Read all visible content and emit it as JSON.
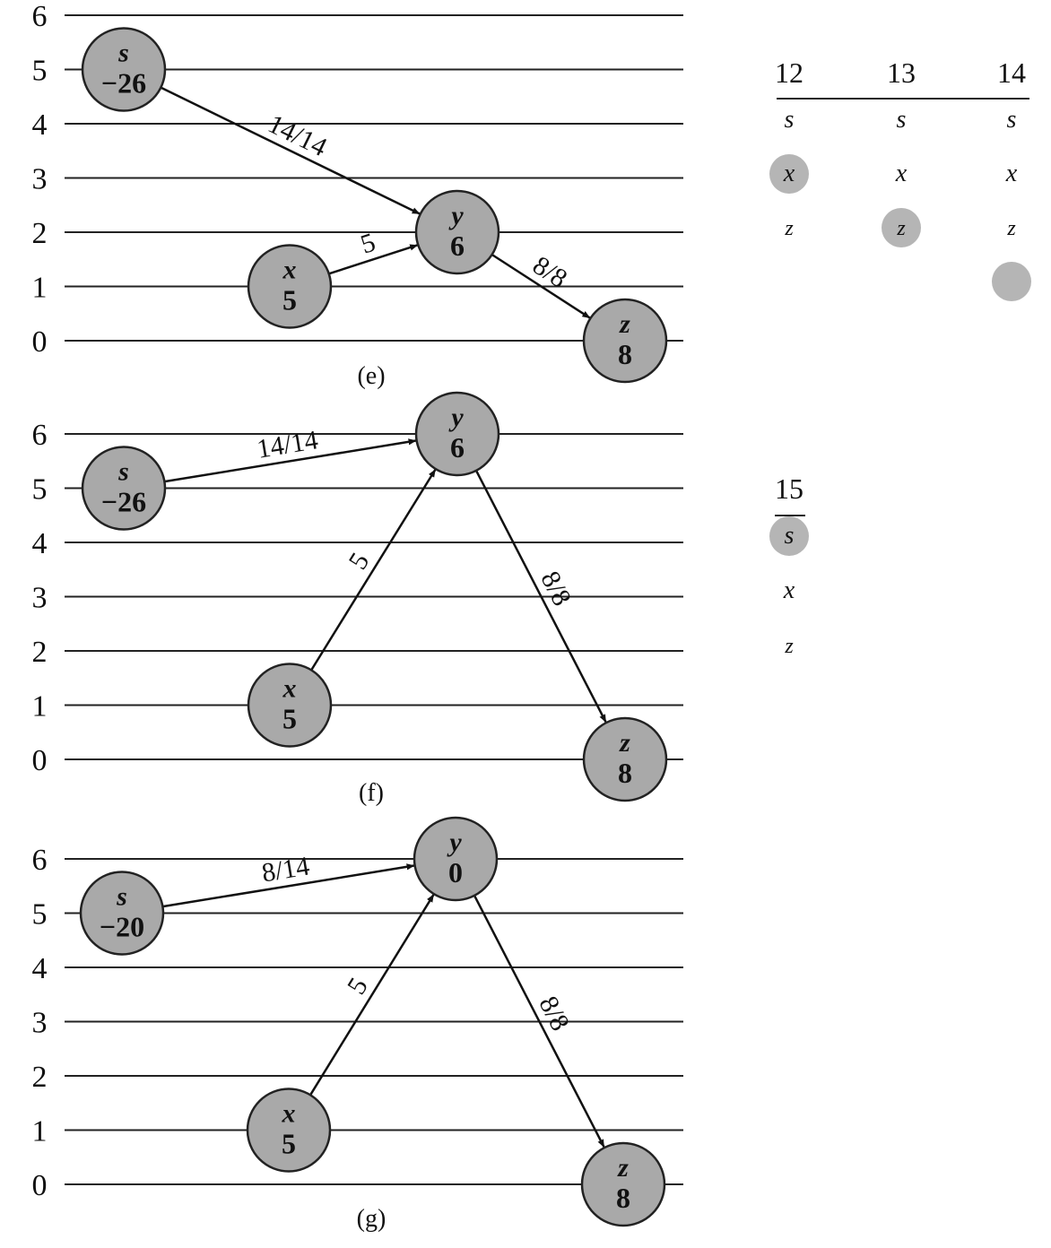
{
  "panels": [
    {
      "id": "e",
      "caption": "(e)",
      "levels": [
        "6",
        "5",
        "4",
        "3",
        "2",
        "1",
        "0"
      ],
      "nodes": [
        {
          "key": "s",
          "name": "s",
          "excess": "−26",
          "height": 5
        },
        {
          "key": "x",
          "name": "x",
          "excess": "5",
          "height": 1
        },
        {
          "key": "y",
          "name": "y",
          "excess": "6",
          "height": 2
        },
        {
          "key": "z",
          "name": "z",
          "excess": "8",
          "height": 0
        }
      ],
      "edges": [
        {
          "from": "s",
          "to": "y",
          "label": "14/14"
        },
        {
          "from": "x",
          "to": "y",
          "label": "5"
        },
        {
          "from": "y",
          "to": "z",
          "label": "8/8"
        }
      ]
    },
    {
      "id": "f",
      "caption": "(f)",
      "levels": [
        "6",
        "5",
        "4",
        "3",
        "2",
        "1",
        "0"
      ],
      "nodes": [
        {
          "key": "s",
          "name": "s",
          "excess": "−26",
          "height": 5
        },
        {
          "key": "x",
          "name": "x",
          "excess": "5",
          "height": 1
        },
        {
          "key": "y",
          "name": "y",
          "excess": "6",
          "height": 6
        },
        {
          "key": "z",
          "name": "z",
          "excess": "8",
          "height": 0
        }
      ],
      "edges": [
        {
          "from": "s",
          "to": "y",
          "label": "14/14"
        },
        {
          "from": "x",
          "to": "y",
          "label": "5"
        },
        {
          "from": "y",
          "to": "z",
          "label": "8/8"
        }
      ]
    },
    {
      "id": "g",
      "caption": "(g)",
      "levels": [
        "6",
        "5",
        "4",
        "3",
        "2",
        "1",
        "0"
      ],
      "nodes": [
        {
          "key": "s",
          "name": "s",
          "excess": "−20",
          "height": 5
        },
        {
          "key": "x",
          "name": "x",
          "excess": "5",
          "height": 1
        },
        {
          "key": "y",
          "name": "y",
          "excess": "0",
          "height": 6
        },
        {
          "key": "z",
          "name": "z",
          "excess": "8",
          "height": 0
        }
      ],
      "edges": [
        {
          "from": "s",
          "to": "y",
          "label": "8/14"
        },
        {
          "from": "x",
          "to": "y",
          "label": "5"
        },
        {
          "from": "y",
          "to": "z",
          "label": "8/8"
        }
      ]
    }
  ],
  "neighbor_lists": [
    {
      "columns": [
        {
          "header": "12",
          "items": [
            "s",
            "x",
            "z"
          ],
          "highlight": 1
        },
        {
          "header": "13",
          "items": [
            "s",
            "x",
            "z"
          ],
          "highlight": 2
        },
        {
          "header": "14",
          "items": [
            "s",
            "x",
            "z"
          ],
          "highlight": 3
        }
      ]
    },
    {
      "columns": [
        {
          "header": "15",
          "items": [
            "s",
            "x",
            "z"
          ],
          "highlight": 0
        }
      ]
    }
  ]
}
